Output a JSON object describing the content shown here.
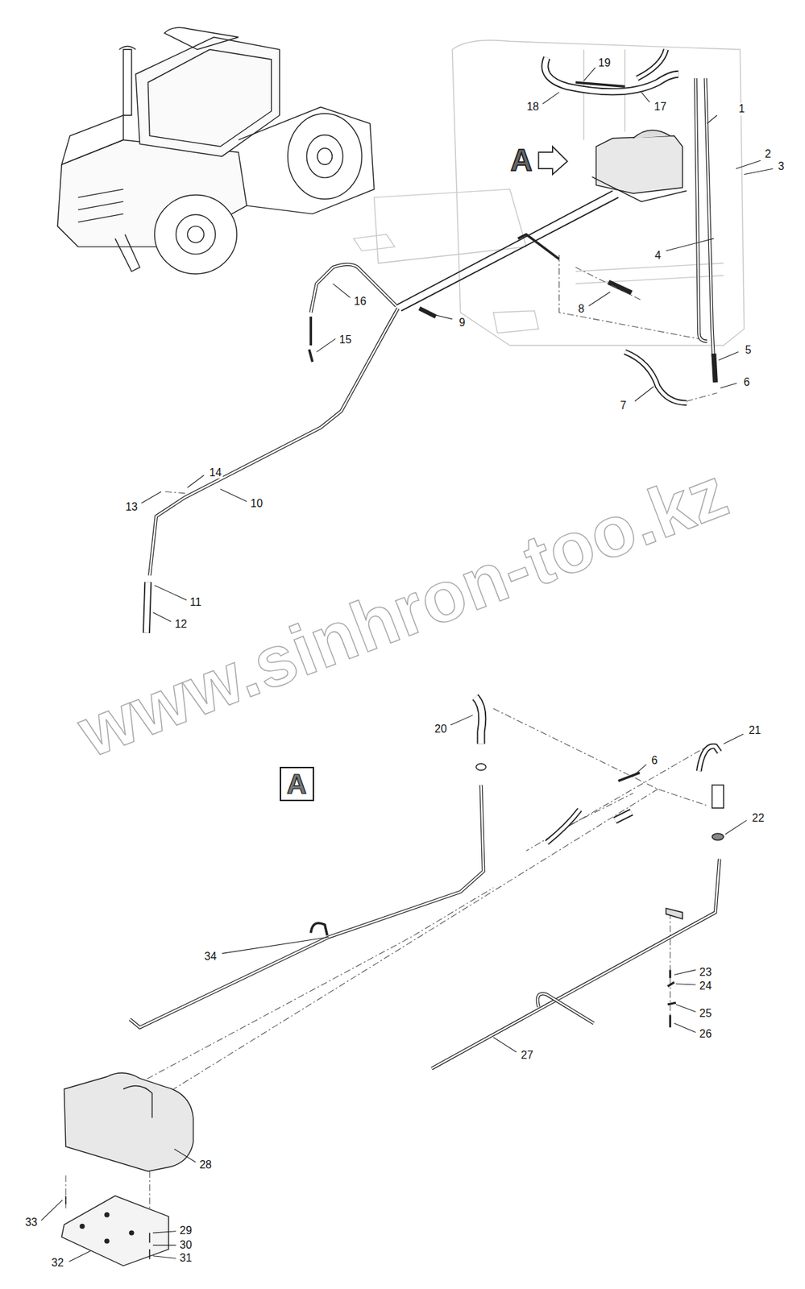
{
  "diagram": {
    "nodes": [
      {
        "text": [
          "A"
        ]
      }
    ],
    "labels": [
      "19",
      "18",
      "17",
      "1",
      "A",
      "2",
      "3",
      "4",
      "16",
      "9",
      "8",
      "15",
      "5",
      "6",
      "7",
      "14",
      "13",
      "10",
      "11",
      "12",
      "www.sinhron-too.kz",
      "20",
      "6",
      "21",
      "22",
      "34",
      "23",
      "24",
      "25",
      "26",
      "27",
      "28",
      "33",
      "29",
      "30",
      "31",
      "32"
    ]
  }
}
